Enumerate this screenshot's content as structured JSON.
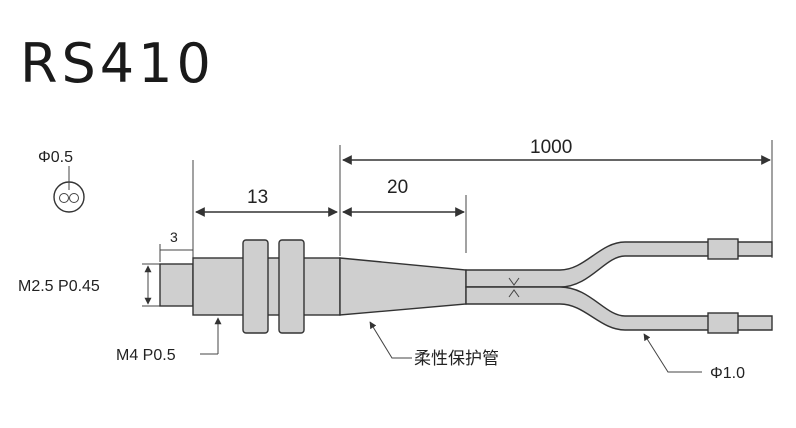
{
  "title": "RS410",
  "dimensions": {
    "total_length": "1000",
    "body_length": "13",
    "sleeve_length": "20",
    "tip_length": "3"
  },
  "labels": {
    "tip_thread": "M2.5 P0.45",
    "body_thread": "M4 P0.5",
    "sleeve": "柔性保护管",
    "cable_diameter": "Φ1.0",
    "fiber_core": "Φ0.5"
  }
}
